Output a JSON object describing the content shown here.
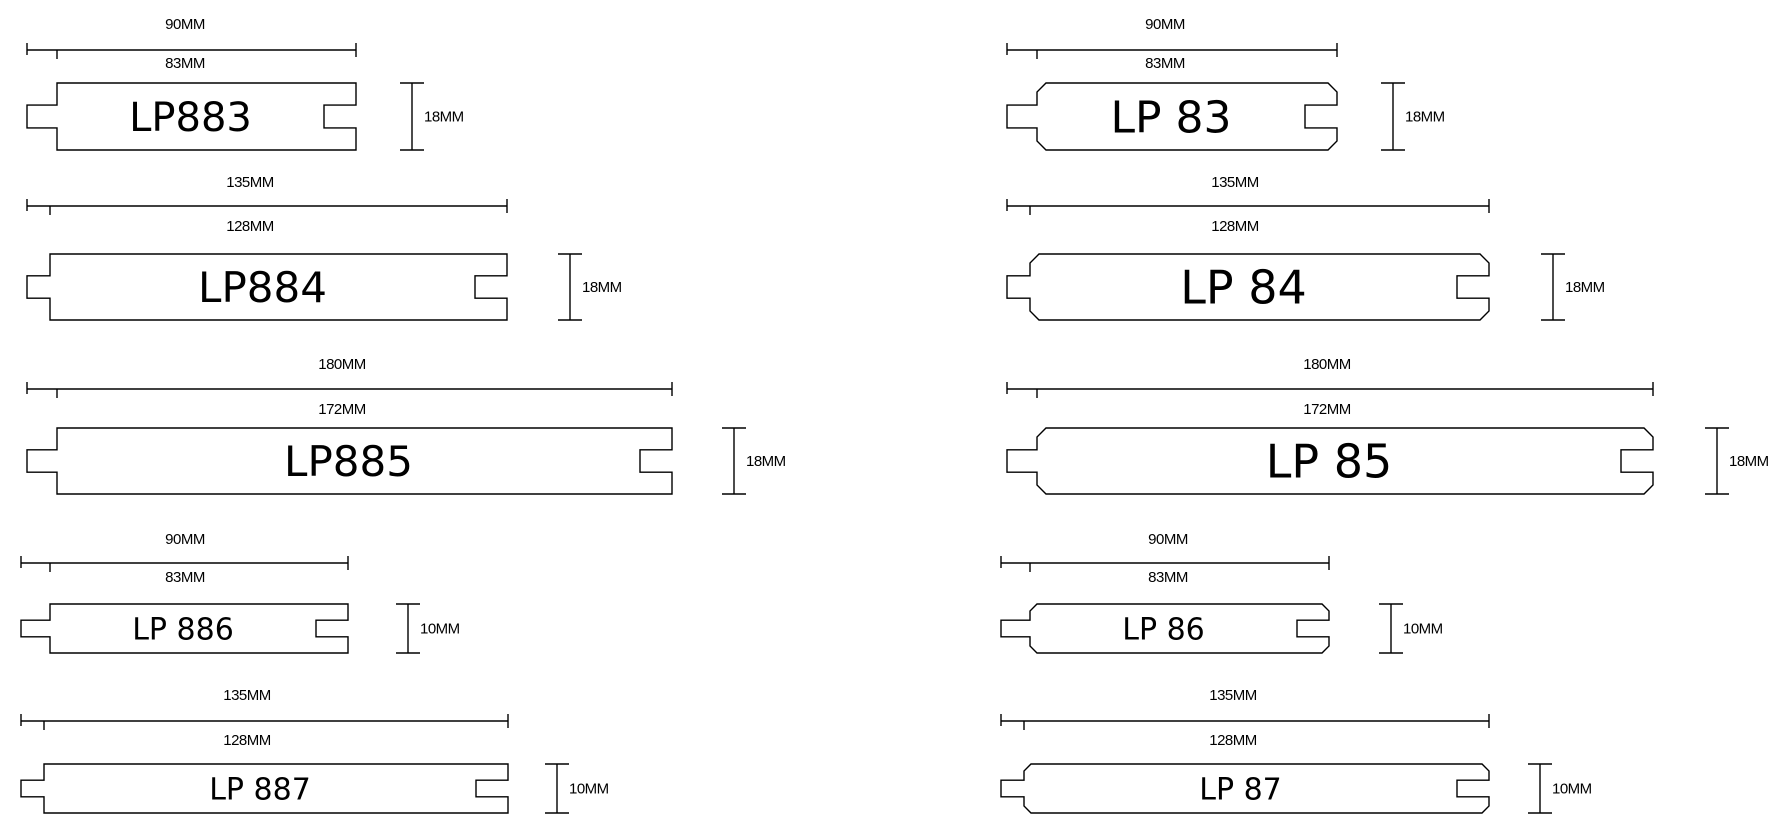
{
  "profiles": [
    {
      "code": "LP883",
      "overall": "90MM",
      "cover": "83MM",
      "thickness": "18MM"
    },
    {
      "code": "LP884",
      "overall": "135MM",
      "cover": "128MM",
      "thickness": "18MM"
    },
    {
      "code": "LP885",
      "overall": "180MM",
      "cover": "172MM",
      "thickness": "18MM"
    },
    {
      "code": "LP 886",
      "overall": "90MM",
      "cover": "83MM",
      "thickness": "10MM"
    },
    {
      "code": "LP 887",
      "overall": "135MM",
      "cover": "128MM",
      "thickness": "10MM"
    },
    {
      "code": "LP 83",
      "overall": "90MM",
      "cover": "83MM",
      "thickness": "18MM"
    },
    {
      "code": "LP 84",
      "overall": "135MM",
      "cover": "128MM",
      "thickness": "18MM"
    },
    {
      "code": "LP 85",
      "overall": "180MM",
      "cover": "172MM",
      "thickness": "18MM"
    },
    {
      "code": "LP 86",
      "overall": "90MM",
      "cover": "83MM",
      "thickness": "10MM"
    },
    {
      "code": "LP 87",
      "overall": "135MM",
      "cover": "128MM",
      "thickness": "10MM"
    }
  ]
}
